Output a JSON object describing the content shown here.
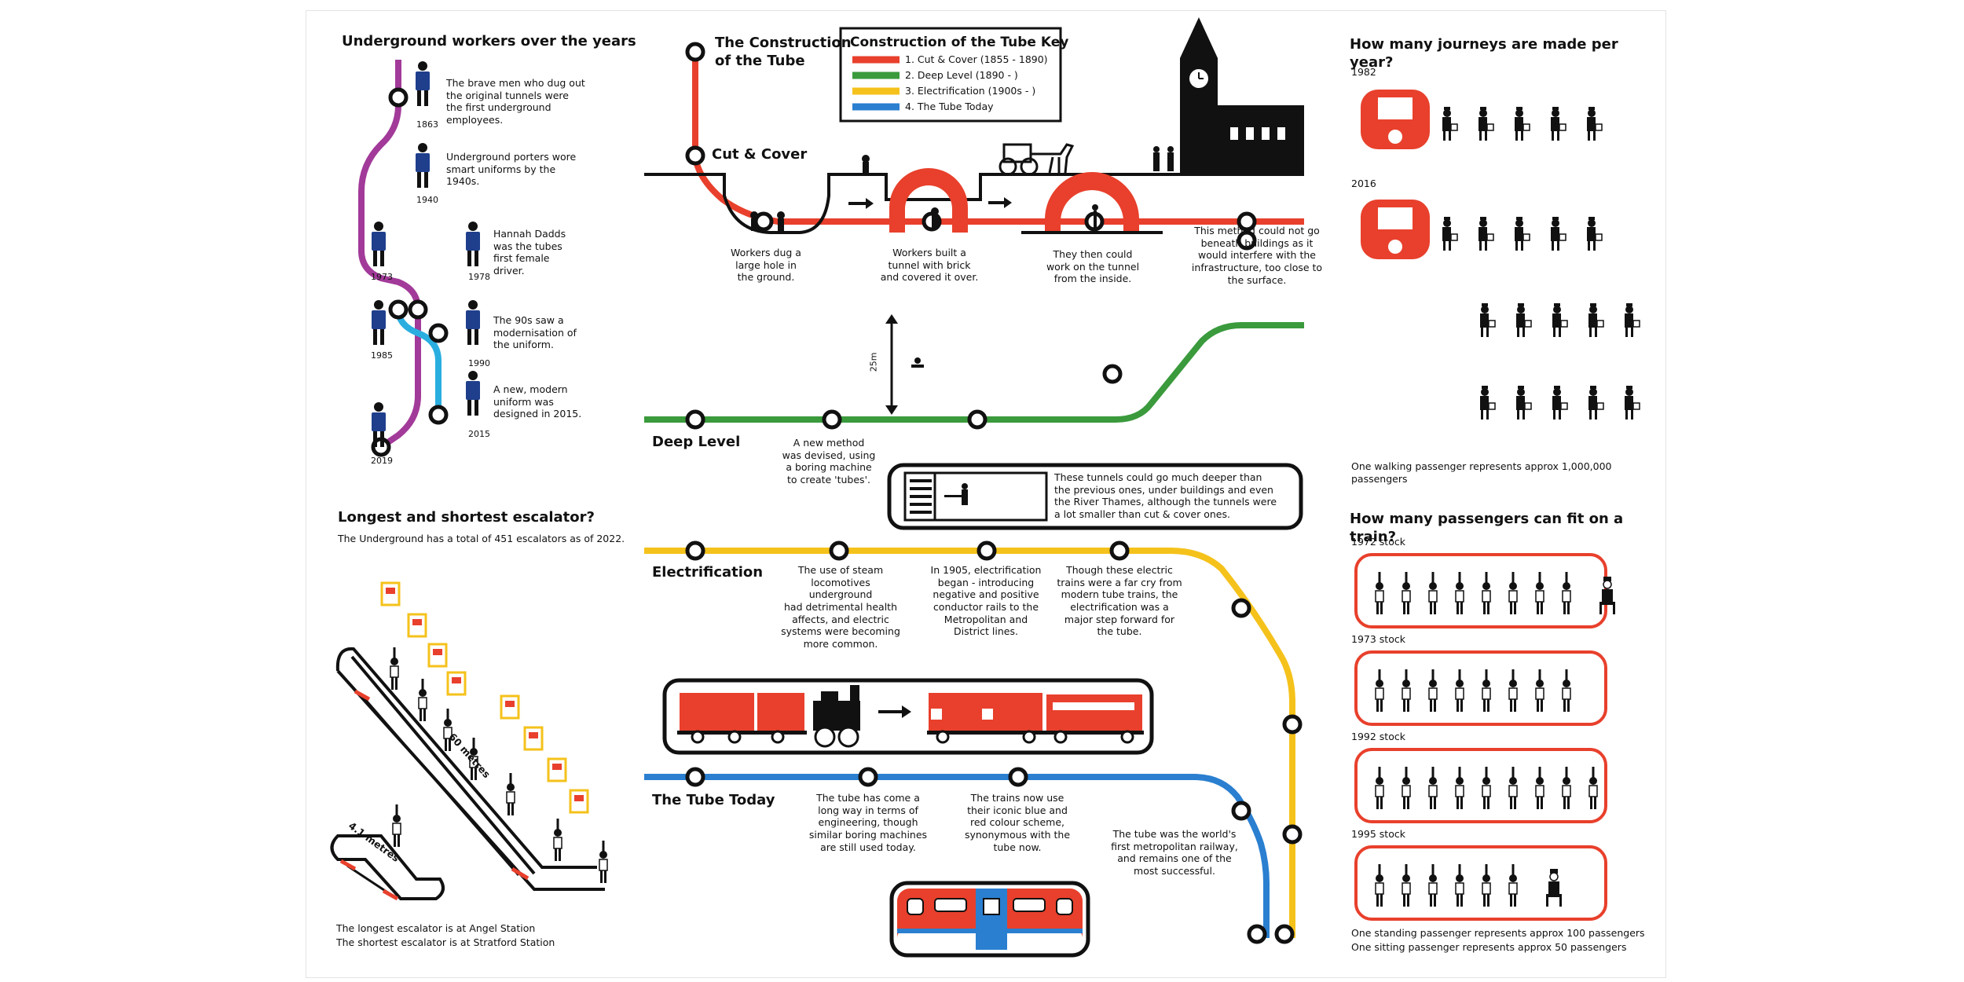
{
  "colors": {
    "red": "#e8402c",
    "green": "#3a9a3c",
    "yellow": "#f5c21b",
    "blue": "#2a7fd0",
    "purple": "#a23a99",
    "cyan": "#2aaee0",
    "ink": "#111111"
  },
  "workers": {
    "title": "Underground workers over the years",
    "items": [
      {
        "year": "1863",
        "text": "The brave men who dug out\nthe original tunnels were\nthe first underground\nemployees."
      },
      {
        "year": "1940",
        "text": "Underground porters wore\nsmart uniforms by the\n1940s."
      },
      {
        "year": "1973",
        "text": ""
      },
      {
        "year": "1978",
        "text": "Hannah Dadds\nwas the tubes\nfirst female\ndriver."
      },
      {
        "year": "1985",
        "text": ""
      },
      {
        "year": "1990",
        "text": "The 90s saw a\nmodernisation of\nthe uniform."
      },
      {
        "year": "2015",
        "text": "A new, modern\nuniform was\ndesigned in 2015."
      },
      {
        "year": "2019",
        "text": ""
      }
    ]
  },
  "escalator": {
    "title": "Longest and shortest escalator?",
    "subtitle": "The Underground has a total of 451 escalators as of 2022.",
    "long_len": "60 metres",
    "short_len": "4.1 metres",
    "footer1": "The longest escalator is at Angel Station",
    "footer2": "The shortest escalator is at Stratford Station"
  },
  "construction": {
    "title": "The Construction\nof the Tube",
    "key_title": "Construction of the Tube Key",
    "key": [
      {
        "label": "1. Cut & Cover (1855 - 1890)",
        "color": "#e8402c"
      },
      {
        "label": "2. Deep Level (1890 - )",
        "color": "#3a9a3c"
      },
      {
        "label": "3. Electrification (1900s - )",
        "color": "#f5c21b"
      },
      {
        "label": "4. The Tube Today",
        "color": "#2a7fd0"
      }
    ],
    "cut": {
      "label": "Cut & Cover",
      "s1": "Workers dug a\nlarge hole in\nthe ground.",
      "s2": "Workers built a\ntunnel with brick\nand covered it over.",
      "s3": "They then could\nwork on the tunnel\nfrom the inside.",
      "s4": "This method could not go\nbeneath buildings as it\nwould interfere with the\ninfrastructure, too close to\nthe surface."
    },
    "deep": {
      "label": "Deep Level",
      "depth": "25m",
      "s1": "A new method\nwas devised, using\na boring machine\nto create 'tubes'.",
      "s2": "These tunnels could go much deeper than\nthe previous ones, under buildings and even\nthe River Thames, although the tunnels were\na lot smaller than cut & cover ones."
    },
    "elec": {
      "label": "Electrification",
      "s1": "The use of steam\nlocomotives underground\nhad detrimental health\naffects, and electric\nsystems were becoming\nmore common.",
      "s2": "In 1905, electrification\nbegan - introducing\nnegative and positive\nconductor rails to the\nMetropolitan and\nDistrict lines.",
      "s3": "Though these electric\ntrains were a far cry from\nmodern tube trains, the\nelectrification was a\nmajor step forward for\nthe tube."
    },
    "today": {
      "label": "The Tube Today",
      "s1": "The tube has come a\nlong way in terms of\nengineering, though\nsimilar boring machines\nare still used today.",
      "s2": "The trains now use\ntheir iconic blue and\nred colour scheme,\nsynonymous with the\ntube now.",
      "s3": "The tube was the world's\nfirst metropolitan railway,\nand remains one of the\nmost successful."
    }
  },
  "journeys": {
    "title": "How many journeys are made per year?",
    "rows": [
      {
        "year": "1982",
        "count": 5
      },
      {
        "year": "2016",
        "count": 15
      }
    ],
    "note": "One walking passenger represents approx 1,000,000 passengers"
  },
  "capacity": {
    "title": "How many passengers can fit on a train?",
    "stocks": [
      {
        "label": "1972 stock",
        "standing": 8,
        "sitting": 1
      },
      {
        "label": "1973 stock",
        "standing": 8,
        "sitting": 0
      },
      {
        "label": "1992 stock",
        "standing": 9,
        "sitting": 0
      },
      {
        "label": "1995 stock",
        "standing": 6,
        "sitting": 1
      }
    ],
    "note1": "One standing passenger represents approx 100 passengers",
    "note2": "One sitting passenger represents approx 50 passengers"
  }
}
